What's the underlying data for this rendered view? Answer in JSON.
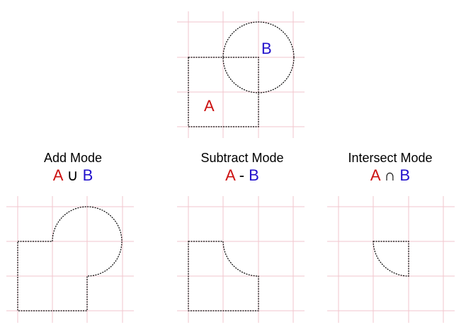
{
  "top_diagram": {
    "label_a": "A",
    "label_b": "B"
  },
  "panels": [
    {
      "mode": "Add Mode",
      "operand_a": "A",
      "operator": "∪",
      "operand_b": "B"
    },
    {
      "mode": "Subtract Mode",
      "operand_a": "A",
      "operator": "-",
      "operand_b": "B"
    },
    {
      "mode": "Intersect Mode",
      "operand_a": "A",
      "operator": "∩",
      "operand_b": "B"
    }
  ],
  "colors": {
    "grid": "#f2c6cc",
    "outline": "#000000",
    "operand_a": "#cc1111",
    "operand_b": "#2211cc"
  }
}
